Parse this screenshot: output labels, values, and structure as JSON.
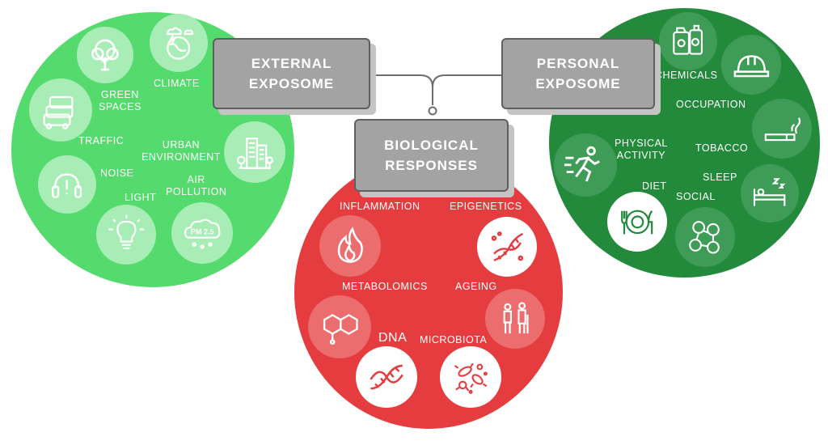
{
  "boxes": {
    "external": "EXTERNAL\nEXPOSOME",
    "personal": "PERSONAL\nEXPOSOME",
    "biological": "BIOLOGICAL\nRESPONSES"
  },
  "external": {
    "labels": {
      "climate": "CLIMATE",
      "green_spaces": "GREEN\nSPACES",
      "traffic": "TRAFFIC",
      "urban_environment": "URBAN\nENVIRONMENT",
      "noise": "NOISE",
      "air_pollution": "AIR\nPOLLUTION",
      "light": "LIGHT"
    },
    "pm_text": "PM 2.5"
  },
  "personal": {
    "labels": {
      "chemicals": "CHEMICALS",
      "occupation": "OCCUPATION",
      "physical_activity": "PHYSICAL\nACTIVITY",
      "tobacco": "TOBACCO",
      "sleep": "SLEEP",
      "diet": "DIET",
      "social": "SOCIAL"
    }
  },
  "biological": {
    "labels": {
      "inflammation": "INFLAMMATION",
      "epigenetics": "EPIGENETICS",
      "metabolomics": "METABOLOMICS",
      "ageing": "AGEING",
      "dna": "DNA",
      "microbiota": "MICROBIOTA"
    }
  },
  "colors": {
    "external": "#55da6e",
    "personal": "#238a3c",
    "biological": "#e53d3f",
    "box": "#a3a3a3"
  }
}
